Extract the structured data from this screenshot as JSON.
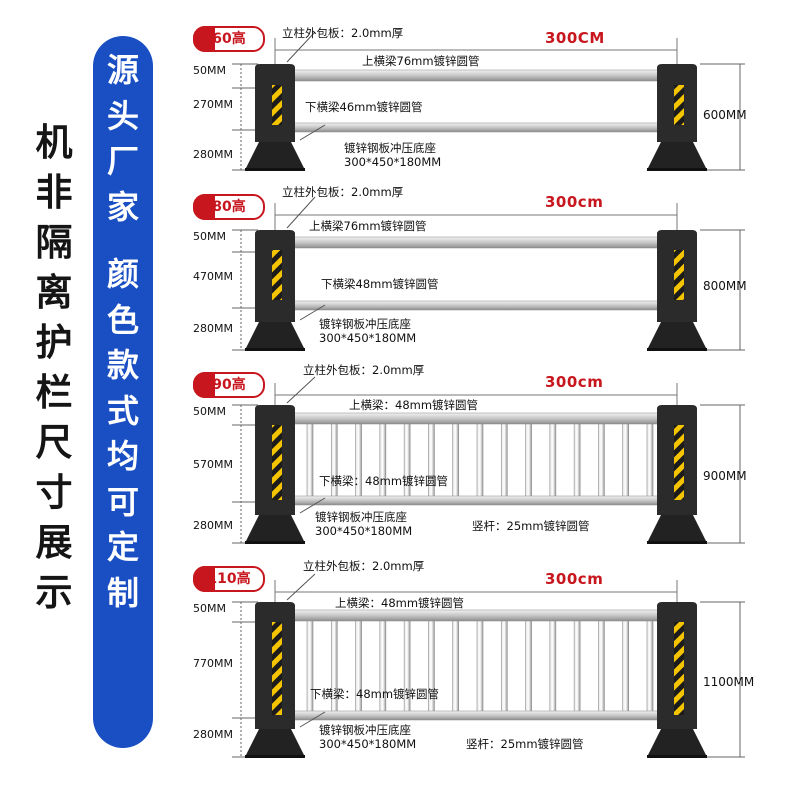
{
  "side_title": [
    "机",
    "非",
    "隔",
    "离",
    "护",
    "栏",
    "尺",
    "寸",
    "展",
    "示"
  ],
  "promo": {
    "line1": [
      "源",
      "头",
      "厂",
      "家"
    ],
    "line2": [
      "颜",
      "色",
      "款",
      "式",
      "均",
      "可",
      "定",
      "制"
    ]
  },
  "colors": {
    "accent_red": "#c8161e",
    "promo_blue": "#1a4fc4",
    "post": "#2b2b2b",
    "rail": "#c9c9c9",
    "hazard_yellow": "#f5c400"
  },
  "panels": [
    {
      "badge": "60高",
      "width_label": "300CM",
      "post_label": "立柱外包板：2.0mm厚",
      "top_rail": "上横梁76mm镀锌圆管",
      "bottom_rail": "下横梁46mm镀锌圆管",
      "base_line1": "镀锌钢板冲压底座",
      "base_line2": "300*450*180MM",
      "picket": "",
      "dims": [
        "50MM",
        "270MM",
        "280MM"
      ],
      "height_label": "600MM"
    },
    {
      "badge": "80高",
      "width_label": "300cm",
      "post_label": "立柱外包板：2.0mm厚",
      "top_rail": "上横梁76mm镀锌圆管",
      "bottom_rail": "下横梁48mm镀锌圆管",
      "base_line1": "镀锌钢板冲压底座",
      "base_line2": "300*450*180MM",
      "picket": "",
      "dims": [
        "50MM",
        "470MM",
        "280MM"
      ],
      "height_label": "800MM"
    },
    {
      "badge": "90高",
      "width_label": "300cm",
      "post_label": "立柱外包板：2.0mm厚",
      "top_rail": "上横梁：48mm镀锌圆管",
      "bottom_rail": "下横梁：48mm镀锌圆管",
      "base_line1": "镀锌钢板冲压底座",
      "base_line2": "300*450*180MM",
      "picket": "竖杆：25mm镀锌圆管",
      "dims": [
        "50MM",
        "570MM",
        "280MM"
      ],
      "height_label": "900MM"
    },
    {
      "badge": "110高",
      "width_label": "300cm",
      "post_label": "立柱外包板：2.0mm厚",
      "top_rail": "上横梁：48mm镀锌圆管",
      "bottom_rail": "下横梁：48mm镀锌圆管",
      "base_line1": "镀锌钢板冲压底座",
      "base_line2": "300*450*180MM",
      "picket": "竖杆：25mm镀锌圆管",
      "dims": [
        "50MM",
        "770MM",
        "280MM"
      ],
      "height_label": "1100MM"
    }
  ]
}
